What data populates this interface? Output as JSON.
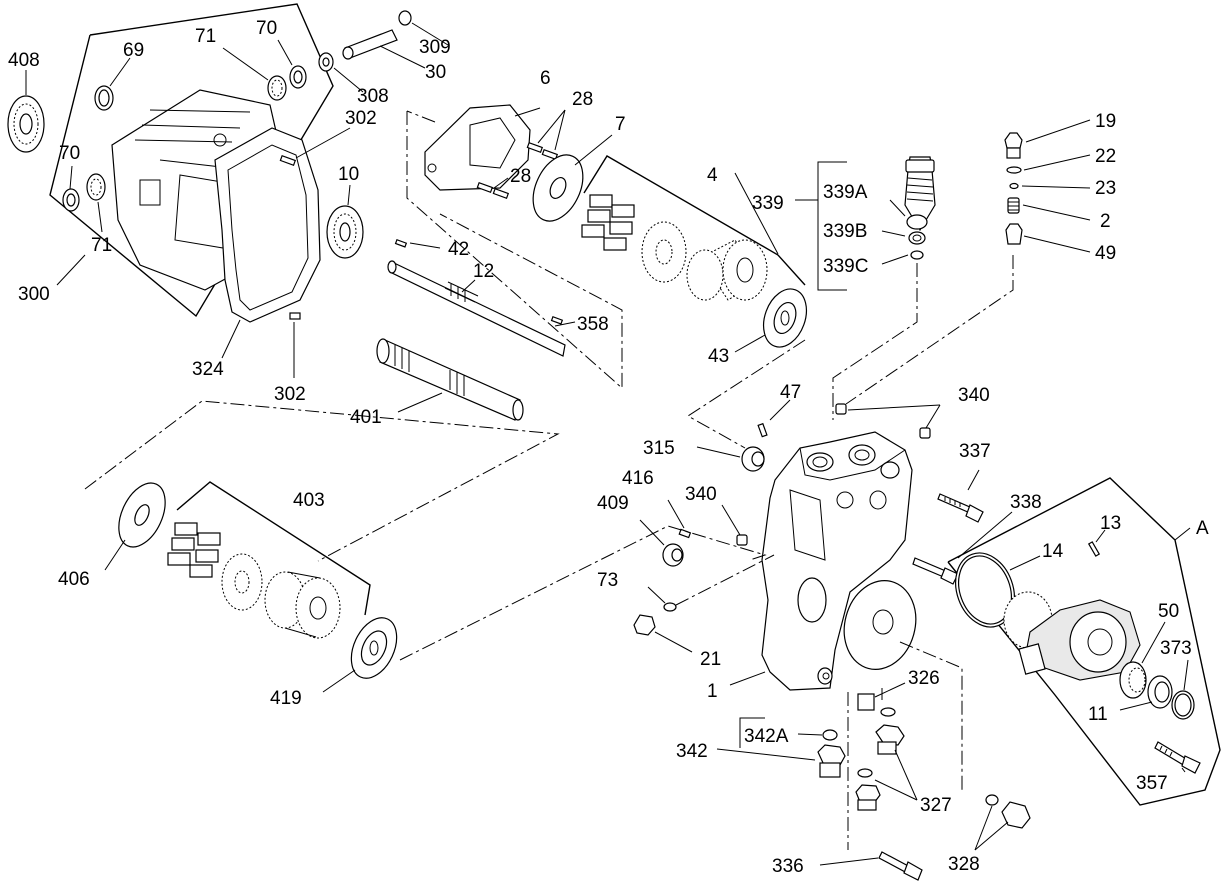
{
  "labels": {
    "l408": "408",
    "l69": "69",
    "l71a": "71",
    "l70a": "70",
    "l309": "309",
    "l30": "30",
    "l308": "308",
    "l6": "6",
    "l28a": "28",
    "l302a": "302",
    "l7": "7",
    "l28b": "28",
    "l70b": "70",
    "l71b": "71",
    "l10": "10",
    "l42": "42",
    "l12": "12",
    "l300": "300",
    "l358": "358",
    "l324": "324",
    "l302b": "302",
    "l401": "401",
    "l4": "4",
    "l43": "43",
    "l339": "339",
    "l339A": "339A",
    "l339B": "339B",
    "l339C": "339C",
    "l19": "19",
    "l22": "22",
    "l23": "23",
    "l2": "2",
    "l49": "49",
    "l47": "47",
    "l340a": "340",
    "l315": "315",
    "l337": "337",
    "l416": "416",
    "l409": "409",
    "l340b": "340",
    "l338": "338",
    "l13": "13",
    "lA": "A",
    "l14": "14",
    "l403": "403",
    "l406": "406",
    "l73": "73",
    "l21": "21",
    "l50": "50",
    "l373": "373",
    "l419": "419",
    "l1": "1",
    "l326": "326",
    "l11": "11",
    "l342A": "342A",
    "l342": "342",
    "l357": "357",
    "l327": "327",
    "l336": "336",
    "l328": "328"
  }
}
